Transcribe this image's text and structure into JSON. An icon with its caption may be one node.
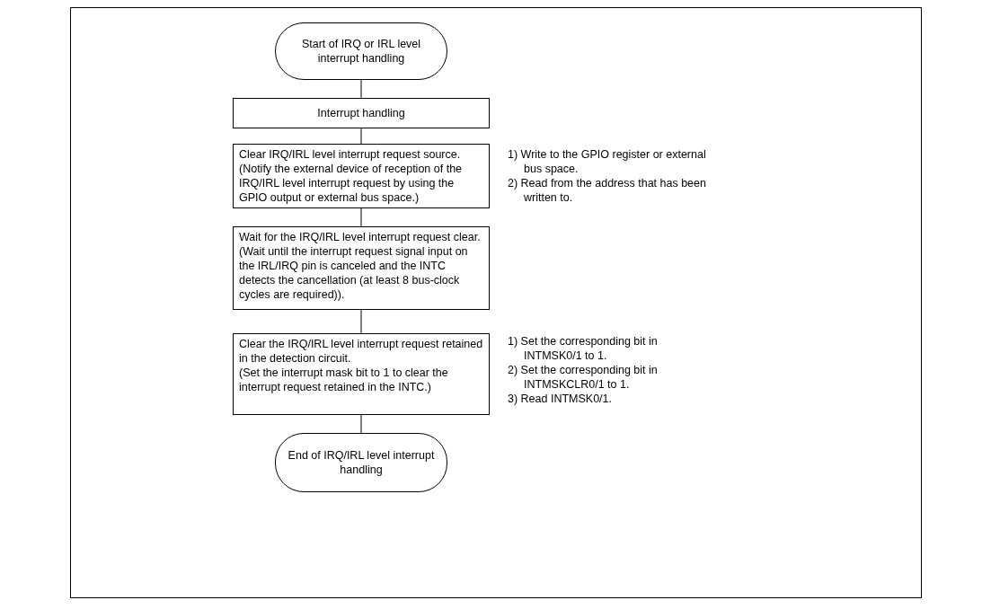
{
  "diagram": {
    "nodes": [
      {
        "text": [
          "Start of IRQ or IRL level interrupt handling"
        ]
      },
      {
        "text": [
          "Interrupt handling"
        ]
      },
      {
        "text": [
          "Clear IRQ/IRL level interrupt request source. (Notify the external device of reception of the IRQ/IRL level interrupt request by using the GPIO output or external bus space.)"
        ],
        "beside": [
          "1) Write to the GPIO register or external bus space.",
          "2) Read from the address that has been written to."
        ]
      },
      {
        "text": [
          "Wait for the IRQ/IRL level interrupt request clear. (Wait until the interrupt request signal input on the IRL/IRQ pin is canceled and the INTC detects the cancellation (at least 8 bus-clock cycles are required))."
        ]
      },
      {
        "text": [
          "Clear the IRQ/IRL level interrupt request retained in the detection circuit.",
          "(Set the interrupt mask bit to 1 to clear the interrupt request retained in the INTC.)"
        ],
        "beside": [
          "1) Set the corresponding bit in INTMSK0/1 to 1.",
          "2) Set the corresponding bit in INTMSKCLR0/1 to 1.",
          "3) Read INTMSK0/1."
        ]
      },
      {
        "text": [
          "End of IRQ/IRL level interrupt handling"
        ]
      }
    ],
    "edges": [
      {
        "from": 0,
        "to": 1,
        "arrow": "none"
      },
      {
        "from": 1,
        "to": 2,
        "arrow": "none"
      },
      {
        "from": 2,
        "to": 3,
        "arrow": "none"
      },
      {
        "from": 3,
        "to": 4,
        "arrow": "none"
      },
      {
        "from": 4,
        "to": 5,
        "arrow": "none"
      }
    ]
  }
}
